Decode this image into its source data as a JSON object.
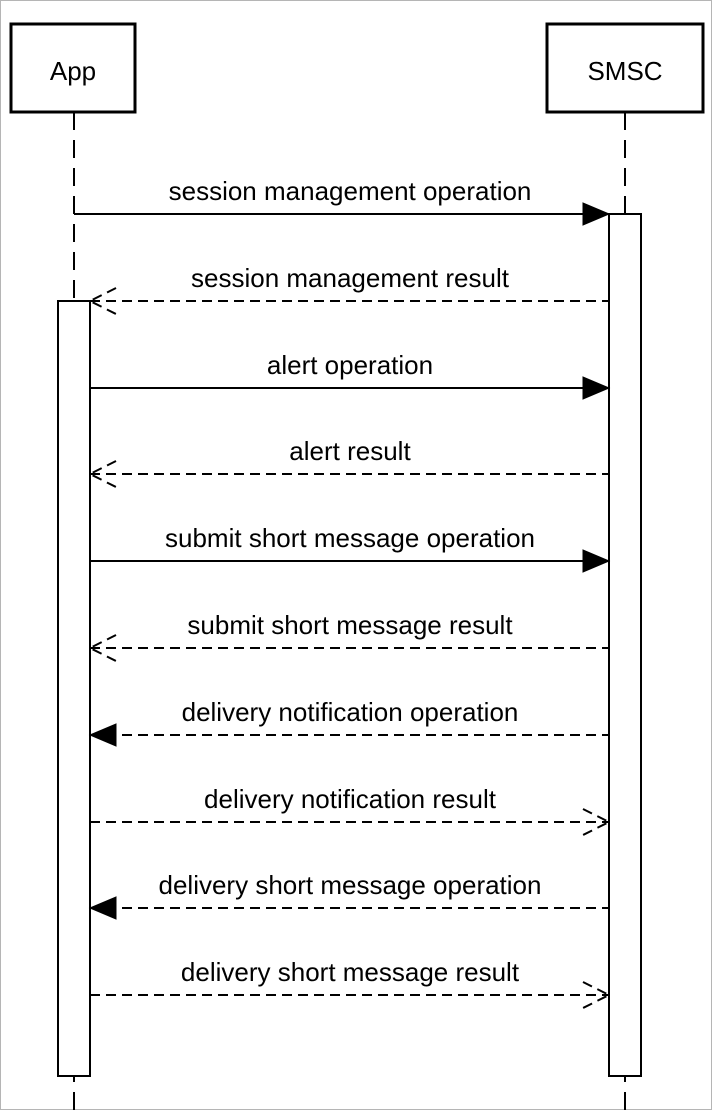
{
  "participants": [
    {
      "id": "app",
      "label": "App"
    },
    {
      "id": "smsc",
      "label": "SMSC"
    }
  ],
  "messages": [
    {
      "label": "session management operation",
      "from": "app",
      "to": "smsc",
      "style": "solid",
      "arrow": "filled"
    },
    {
      "label": "session management result",
      "from": "smsc",
      "to": "app",
      "style": "dashed",
      "arrow": "open"
    },
    {
      "label": "alert operation",
      "from": "app",
      "to": "smsc",
      "style": "solid",
      "arrow": "filled"
    },
    {
      "label": "alert result",
      "from": "smsc",
      "to": "app",
      "style": "dashed",
      "arrow": "open"
    },
    {
      "label": "submit short message operation",
      "from": "app",
      "to": "smsc",
      "style": "solid",
      "arrow": "filled"
    },
    {
      "label": "submit short message result",
      "from": "smsc",
      "to": "app",
      "style": "dashed",
      "arrow": "open"
    },
    {
      "label": "delivery notification operation",
      "from": "smsc",
      "to": "app",
      "style": "dashed",
      "arrow": "filled"
    },
    {
      "label": "delivery notification result",
      "from": "app",
      "to": "smsc",
      "style": "dashed",
      "arrow": "open"
    },
    {
      "label": "delivery short message operation",
      "from": "smsc",
      "to": "app",
      "style": "dashed",
      "arrow": "filled"
    },
    {
      "label": "delivery short message result",
      "from": "app",
      "to": "smsc",
      "style": "dashed",
      "arrow": "open"
    }
  ]
}
